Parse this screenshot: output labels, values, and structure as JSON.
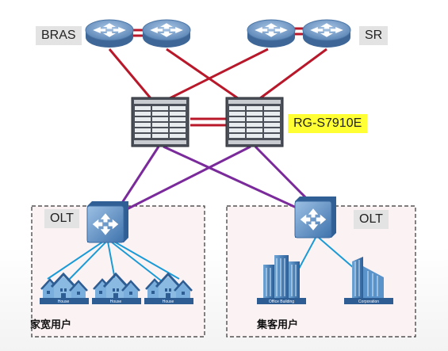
{
  "labels": {
    "bras": "BRAS",
    "sr": "SR",
    "core_switch": "RG-S7910E",
    "olt_left": "OLT",
    "olt_right": "OLT"
  },
  "groups": {
    "home_users": "家宽用户",
    "enterprise_users": "集客用户"
  },
  "buildings": {
    "house": "House",
    "office": "Office Building",
    "corporation": "Corporation"
  },
  "colors": {
    "core_links": "#b8182a",
    "aggregation_links": "#7a2a9a",
    "access_links": "#1a9ad6",
    "router_blue": "#5b86b8",
    "highlight": "#ffff33"
  }
}
